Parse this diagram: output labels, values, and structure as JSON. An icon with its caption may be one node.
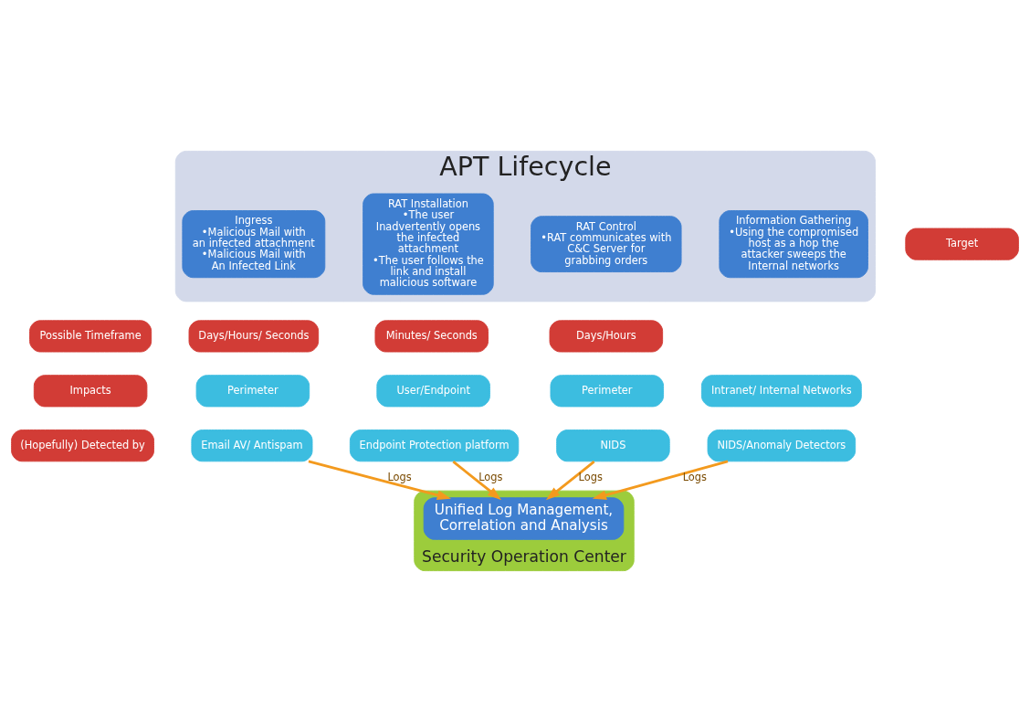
{
  "diagram": {
    "nodes": [
      {
        "text": [
          "APT Lifecycle"
        ]
      },
      {
        "text": [
          "Ingress",
          "•Malicious Mail with an infected attachment",
          "•Malicious Mail with An Infected Link"
        ],
        "in": 0
      },
      {
        "text": [
          "RAT Installation",
          "•The user Inadvertently opens the infected attachment",
          "•The user follows the link and install malicious software"
        ],
        "in": 0
      },
      {
        "text": [
          "RAT Control",
          "•RAT communicates with C&C Server for grabbing orders"
        ],
        "in": 0
      },
      {
        "text": [
          "Information Gathering",
          "•Using the compromised host as a hop the attacker sweeps the Internal networks"
        ],
        "in": 0
      },
      {
        "text": [
          "Target"
        ]
      },
      {
        "text": [
          "Possible Timeframe"
        ]
      },
      {
        "text": [
          "Days/Hours/ Seconds"
        ]
      },
      {
        "text": [
          "Minutes/ Seconds"
        ]
      },
      {
        "text": [
          "Days/Hours"
        ]
      },
      {
        "text": [
          "Impacts"
        ]
      },
      {
        "text": [
          "Perimeter"
        ]
      },
      {
        "text": [
          "User/Endpoint"
        ]
      },
      {
        "text": [
          "Perimeter"
        ]
      },
      {
        "text": [
          "Intranet/ Internal Networks"
        ]
      },
      {
        "text": [
          "(Hopefully) Detected by"
        ]
      },
      {
        "text": [
          "Email AV/ Antispam"
        ]
      },
      {
        "text": [
          "Endpoint Protection platform"
        ]
      },
      {
        "text": [
          "NIDS"
        ]
      },
      {
        "text": [
          "NIDS/Anomaly Detectors"
        ]
      },
      {
        "text": [
          "Security Operation Center"
        ]
      },
      {
        "text": [
          "Unified Log Management, Correlation and Analysis"
        ],
        "in": 20
      }
    ],
    "edges": [
      {
        "from": 16,
        "to": 21,
        "arrow": "to",
        "label": "Logs"
      },
      {
        "from": 17,
        "to": 21,
        "arrow": "to",
        "label": "Logs"
      },
      {
        "from": 18,
        "to": 21,
        "arrow": "to",
        "label": "Logs"
      },
      {
        "from": 19,
        "to": 21,
        "arrow": "to",
        "label": "Logs"
      }
    ]
  }
}
